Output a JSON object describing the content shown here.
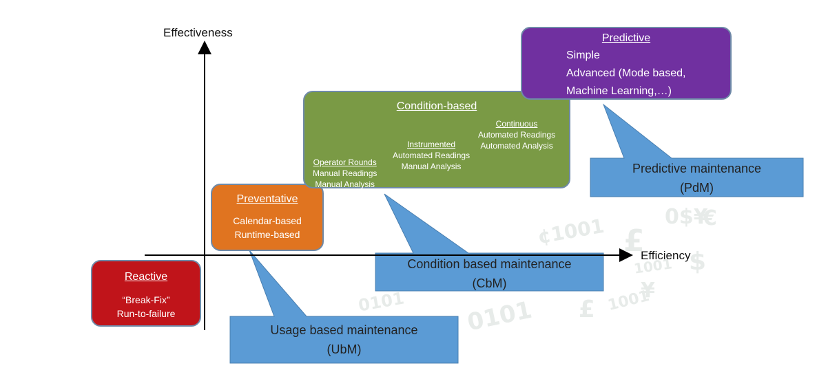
{
  "axes": {
    "y_label": "Effectiveness",
    "x_label": "Efficiency"
  },
  "boxes": {
    "reactive": {
      "title": "Reactive",
      "lines": [
        "“Break-Fix”",
        "Run-to-failure"
      ],
      "color": "#c0141a"
    },
    "preventative": {
      "title": "Preventative",
      "lines": [
        "Calendar-based",
        "Runtime-based"
      ],
      "color": "#e07420"
    },
    "condition": {
      "title": "Condition-based",
      "color": "#7a9a45",
      "operator_rounds": {
        "title": "Operator Rounds",
        "lines": [
          "Manual Readings",
          "Manual Analysis"
        ]
      },
      "instrumented": {
        "title": "Instrumented",
        "lines": [
          "Automated Readings",
          "Manual Analysis"
        ]
      },
      "continuous": {
        "title": "Continuous",
        "lines": [
          "Automated Readings",
          "Automated Analysis"
        ]
      }
    },
    "predictive": {
      "title": "Predictive",
      "lines": [
        "Simple",
        "Advanced (Mode based,",
        "Machine Learning,…)"
      ],
      "color": "#7030a0"
    }
  },
  "callouts": {
    "ubm": {
      "line1": "Usage based maintenance",
      "line2": "(UbM)"
    },
    "cbm": {
      "line1": "Condition based maintenance",
      "line2": "(CbM)"
    },
    "pdm": {
      "line1": "Predictive maintenance",
      "line2": "(PdM)"
    },
    "fill_color": "#5b9bd5"
  },
  "watermark": {
    "glyphs": [
      "0101",
      "£",
      "1001",
      "¥",
      "$",
      "¢1001",
      "0101",
      "£",
      "1001",
      "€",
      "0$¥"
    ]
  }
}
